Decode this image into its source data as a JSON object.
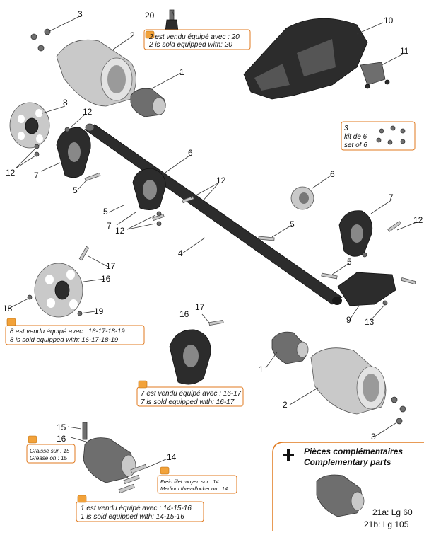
{
  "callouts": {
    "c1a": "1",
    "c1b": "1",
    "c2a": "2",
    "c2b": "2",
    "c3a": "3",
    "c3b": "3",
    "c4": "4",
    "c5a": "5",
    "c5b": "5",
    "c5c": "5",
    "c5d": "5",
    "c6a": "6",
    "c6b": "6",
    "c7a": "7",
    "c7b": "7",
    "c7c": "7",
    "c8": "8",
    "c9": "9",
    "c10": "10",
    "c11": "11",
    "c12a": "12",
    "c12b": "12",
    "c12c": "12",
    "c12d": "12",
    "c12e": "12",
    "c13": "13",
    "c14": "14",
    "c15": "15",
    "c16a": "16",
    "c16b": "16",
    "c16c": "16",
    "c17a": "17",
    "c17b": "17",
    "c18": "18",
    "c19": "19",
    "c20": "20"
  },
  "notes": {
    "n20": {
      "fr": "2 est vendu équipé avec : 20",
      "en": "2 is sold equipped with: 20"
    },
    "kit": {
      "num": "3",
      "fr": "kit de 6",
      "en": "set of 6"
    },
    "n8": {
      "fr": "8 est vendu équipé avec : 16-17-18-19",
      "en": "8 is sold equipped with: 16-17-18-19"
    },
    "n7": {
      "fr": "7 est vendu équipé avec : 16-17",
      "en": "7 is sold equipped with: 16-17"
    },
    "grease": {
      "fr": "Graisse sur : 15",
      "en": "Grease on : 15"
    },
    "thread": {
      "fr": "Frein filet moyen sur : 14",
      "en": "Medium threadlocker on : 14"
    },
    "n1": {
      "fr": "1 est vendu équipé avec : 14-15-16",
      "en": "1 is sold equipped with: 14-15-16"
    }
  },
  "complementary": {
    "title_fr": "Pièces complémentaires",
    "title_en": "Complementary parts",
    "item_a": "21a: Lg 60",
    "item_b": "21b: Lg 105"
  },
  "colors": {
    "accent": "#e07a1f",
    "wrench": "#f2a23a"
  }
}
